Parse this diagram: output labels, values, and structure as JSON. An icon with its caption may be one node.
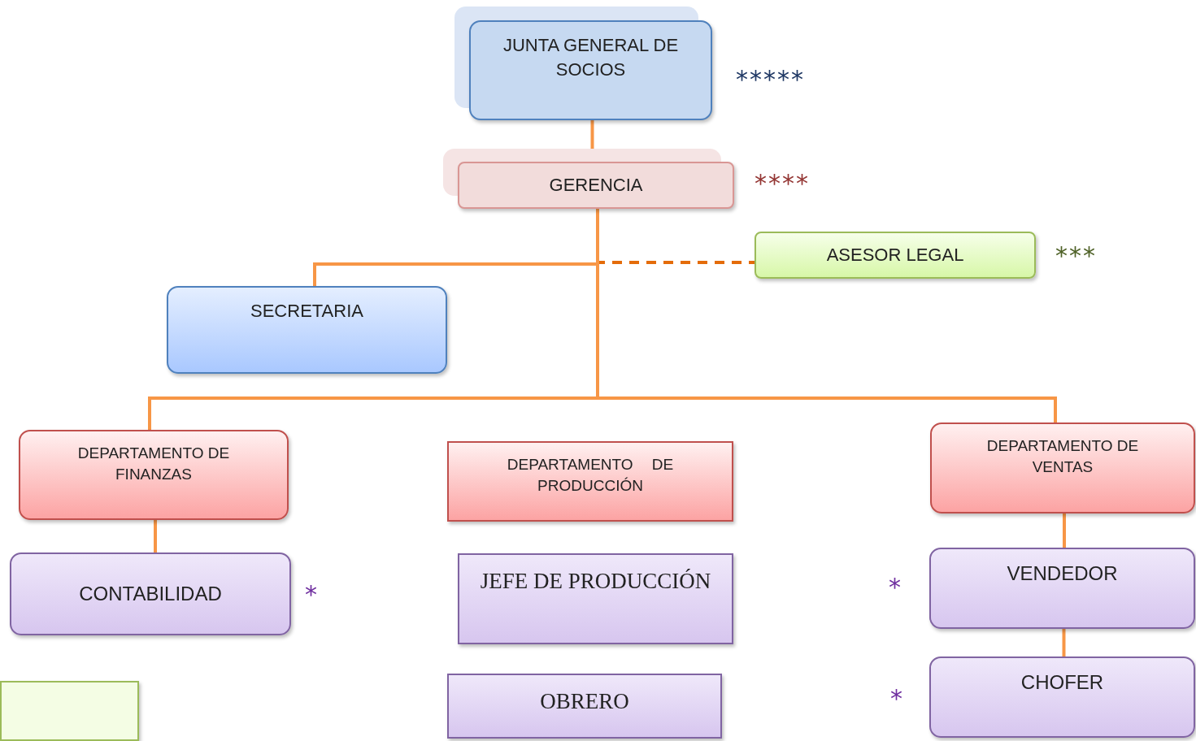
{
  "diagram": {
    "nodes": [
      {
        "text": [
          "JUNTA GENERAL DE SOCIOS"
        ],
        "beside": [
          "*****"
        ]
      },
      {
        "text": [
          "GERENCIA"
        ],
        "beside": [
          "****"
        ]
      },
      {
        "text": [
          "ASESOR LEGAL"
        ],
        "beside": [
          "***"
        ]
      },
      {
        "text": [
          "SECRETARIA"
        ]
      },
      {
        "text": [
          "DEPARTAMENTO DE FINANZAS"
        ]
      },
      {
        "text": [
          "DEPARTAMENTO DE PRODUCCIÓN"
        ]
      },
      {
        "text": [
          "DEPARTAMENTO DE VENTAS"
        ]
      },
      {
        "text": [
          "CONTABILIDAD"
        ],
        "beside": [
          "*"
        ]
      },
      {
        "text": [
          "JEFE DE PRODUCCIÓN"
        ]
      },
      {
        "text": [
          "VENDEDOR"
        ],
        "beside": [
          "*"
        ]
      },
      {
        "text": [
          "OBRERO"
        ]
      },
      {
        "text": [
          "CHOFER"
        ],
        "beside": [
          "*"
        ]
      },
      {
        "text": [],
        "shape": "box"
      }
    ],
    "edges": [
      {
        "from": 0,
        "to": 1,
        "arrow": "none"
      },
      {
        "from": 1,
        "to": 2,
        "arrow": "none",
        "style": "dashed",
        "color": "#e46c0a"
      },
      {
        "from": 1,
        "to": 3,
        "arrow": "none"
      },
      {
        "from": 1,
        "to": 4,
        "arrow": "none"
      },
      {
        "from": 1,
        "to": 6,
        "arrow": "none"
      },
      {
        "from": 4,
        "to": 7,
        "arrow": "none"
      },
      {
        "from": 6,
        "to": 9,
        "arrow": "none"
      },
      {
        "from": 9,
        "to": 11,
        "arrow": "none"
      }
    ]
  }
}
